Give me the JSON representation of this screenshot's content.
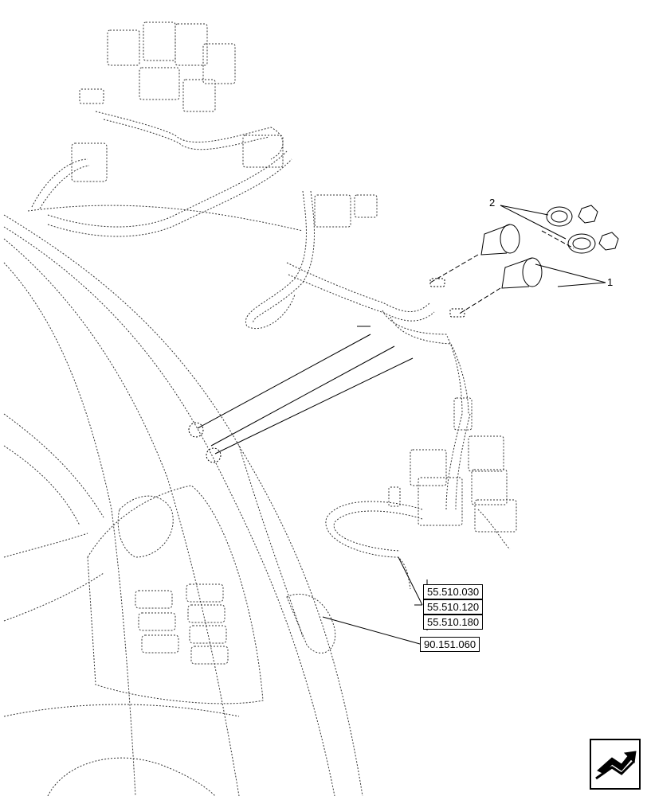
{
  "callouts": {
    "item_1": "1",
    "item_2": "2"
  },
  "references": {
    "harness_group": [
      "55.510.030",
      "55.510.120",
      "55.510.180"
    ],
    "console_ref": "90.151.060"
  },
  "icons": {
    "navigation": "return-arrow-icon"
  }
}
